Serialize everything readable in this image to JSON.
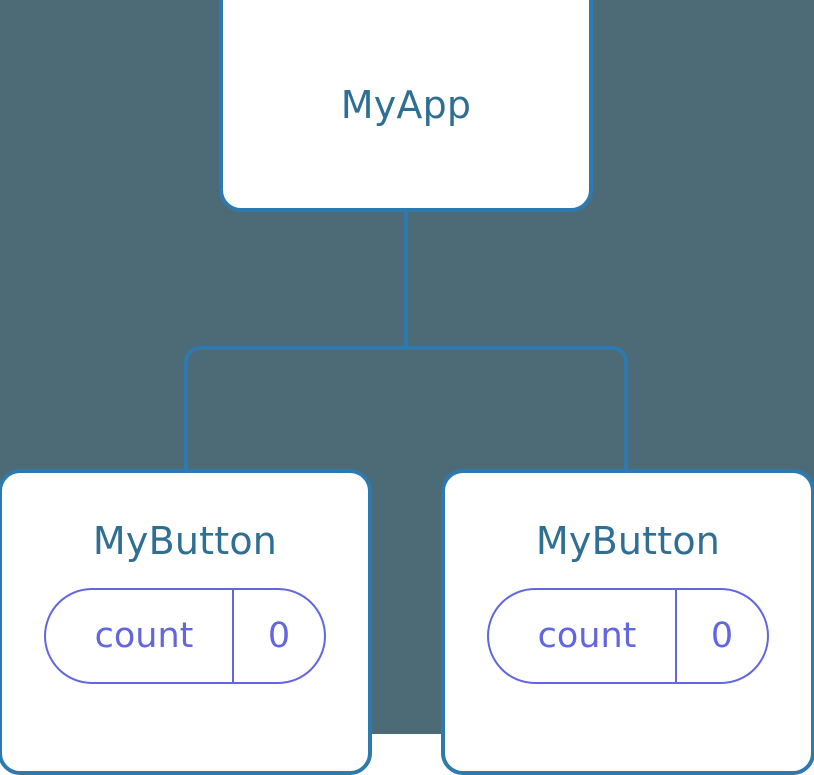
{
  "diagram": {
    "type": "component-tree",
    "title_text": "MyApp",
    "background_color": "#4d6b76",
    "node_border_color": "#2e79ad",
    "node_fill_color": "#ffffff",
    "node_label_color": "#2f6f94",
    "state_pill_color": "#6266e0",
    "connector_color": "#2e79ad"
  },
  "root": {
    "label": "MyApp"
  },
  "children": [
    {
      "label": "MyButton",
      "state": {
        "key": "count",
        "value": "0"
      }
    },
    {
      "label": "MyButton",
      "state": {
        "key": "count",
        "value": "0"
      }
    }
  ]
}
